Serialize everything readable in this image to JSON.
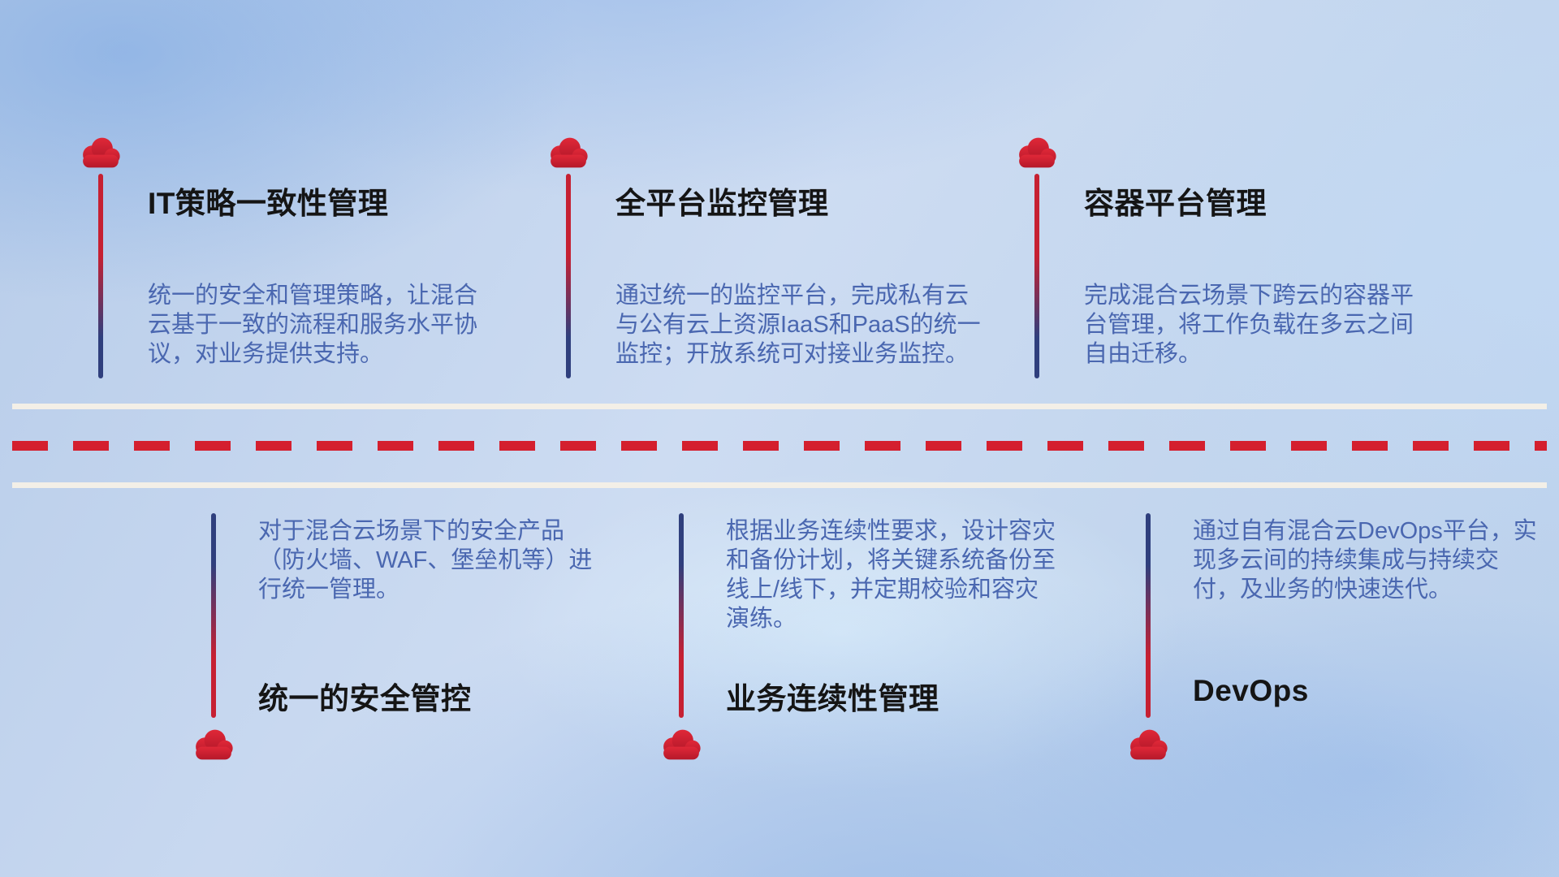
{
  "diagram": {
    "top_items": [
      {
        "title": "IT策略一致性管理",
        "description": "统一的安全和管理策略，让混合云基于一致的流程和服务水平协议，对业务提供支持。"
      },
      {
        "title": "全平台监控管理",
        "description": "通过统一的监控平台，完成私有云与公有云上资源IaaS和PaaS的统一监控；开放系统可对接业务监控。"
      },
      {
        "title": "容器平台管理",
        "description": "完成混合云场景下跨云的容器平台管理，将工作负载在多云之间自由迁移。"
      }
    ],
    "bottom_items": [
      {
        "title": "统一的安全管控",
        "description": "对于混合云场景下的安全产品（防火墙、WAF、堡垒机等）进行统一管理。"
      },
      {
        "title": "业务连续性管理",
        "description": "根据业务连续性要求，设计容灾和备份计划，将关键系统备份至线上/线下，并定期校验和容灾演练。"
      },
      {
        "title": "DevOps",
        "description": "通过自有混合云DevOps平台，实现多云间的持续集成与持续交付，及业务的快速迭代。"
      }
    ],
    "icons": {
      "cloud": "red-cloud-marker"
    },
    "colors": {
      "cloud_red": "#d01f2f",
      "connector_red": "#c62032",
      "connector_navy": "#2f3f7d",
      "dash_red": "#d41f2e",
      "road_cream": "#f3efe7",
      "description_blue": "#4a67b0",
      "title_color": "#151515"
    }
  }
}
